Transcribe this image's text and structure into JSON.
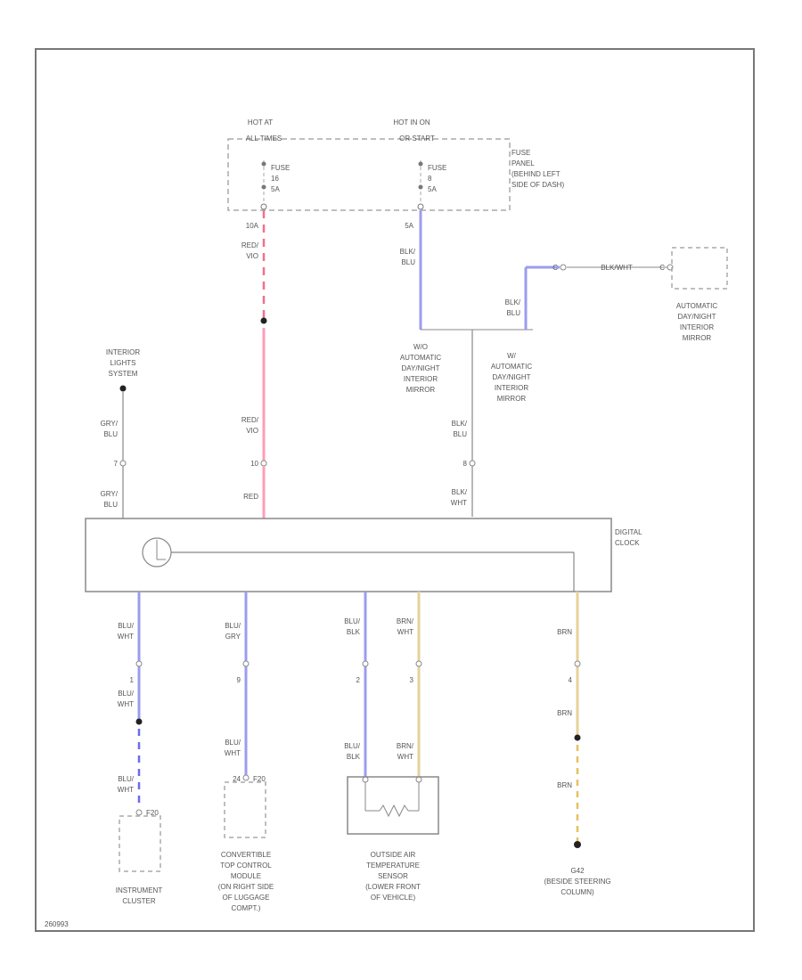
{
  "fuse_block": {
    "hot_left": [
      "HOT AT",
      "ALL TIMES"
    ],
    "hot_right": [
      "HOT IN ON",
      "OR START"
    ],
    "fuse_left": [
      "FUSE",
      "16",
      "5A"
    ],
    "fuse_right": [
      "FUSE",
      "8",
      "5A"
    ],
    "panel": [
      "FUSE",
      "PANEL",
      "(BEHIND LEFT",
      "SIDE OF DASH)"
    ],
    "amp_left": "10A",
    "amp_right": "5A"
  },
  "wires": {
    "red_vio_1": [
      "RED/",
      "VIO"
    ],
    "red_vio_2": [
      "RED/",
      "VIO"
    ],
    "red": "RED",
    "blk_blu_1": [
      "BLK/",
      "BLU"
    ],
    "blk_blu_2": [
      "BLK/",
      "BLU"
    ],
    "blk_blu_3": [
      "BLK/",
      "BLU"
    ],
    "blk_wht": [
      "BLK/",
      "WHT"
    ],
    "blk_wht_mirror": "BLK/WHT",
    "gry_blu_1": [
      "GRY/",
      "BLU"
    ],
    "gry_blu_2": [
      "GRY/",
      "BLU"
    ],
    "blu_wht_1": [
      "BLU/",
      "WHT"
    ],
    "blu_wht_2": [
      "BLU/",
      "WHT"
    ],
    "blu_wht_3": [
      "BLU/",
      "WHT"
    ],
    "blu_gry": [
      "BLU/",
      "GRY"
    ],
    "blu_wht_4": [
      "BLU/",
      "WHT"
    ],
    "blu_blk_1": [
      "BLU/",
      "BLK"
    ],
    "blu_blk_2": [
      "BLU/",
      "BLK"
    ],
    "brn_wht_1": [
      "BRN/",
      "WHT"
    ],
    "brn_wht_2": [
      "BRN/",
      "WHT"
    ],
    "brn_1": "BRN",
    "brn_2": "BRN",
    "brn_3": "BRN"
  },
  "pins": {
    "p7": "7",
    "p10": "10",
    "p8": "8",
    "p1": "1",
    "p9": "9",
    "p2": "2",
    "p3": "3",
    "p4": "4",
    "mirror_c": "C",
    "mirror_c2": "C",
    "cluster_pin": "F20",
    "ctm_left": "24",
    "ctm_right": "F20"
  },
  "notes": {
    "wo_mirror": [
      "W/O",
      "AUTOMATIC",
      "DAY/NIGHT",
      "INTERIOR",
      "MIRROR"
    ],
    "w_mirror": [
      "W/",
      "AUTOMATIC",
      "DAY/NIGHT",
      "INTERIOR",
      "MIRROR"
    ]
  },
  "components": {
    "interior_lights": [
      "INTERIOR",
      "LIGHTS",
      "SYSTEM"
    ],
    "auto_mirror": [
      "AUTOMATIC",
      "DAY/NIGHT",
      "INTERIOR",
      "MIRROR"
    ],
    "digital_clock": [
      "DIGITAL",
      "CLOCK"
    ],
    "instrument_cluster": [
      "INSTRUMENT",
      "CLUSTER"
    ],
    "convertible_module": [
      "CONVERTIBLE",
      "TOP CONTROL",
      "MODULE",
      "(ON RIGHT SIDE",
      "OF LUGGAGE",
      "COMPT.)"
    ],
    "air_temp_sensor": [
      "OUTSIDE AIR",
      "TEMPERATURE",
      "SENSOR",
      "(LOWER FRONT",
      "OF VEHICLE)"
    ],
    "g42": [
      "G42",
      "(BESIDE STEERING",
      "COLUMN)"
    ]
  },
  "figure_id": "260993",
  "colors": {
    "red_wire": "#ff9db8",
    "red_wire_dark": "#f07090",
    "blue_wire": "#9c9cf0",
    "tan_wire": "#e6d29a",
    "line": "#888888",
    "dashed": "#aaaaaa"
  }
}
